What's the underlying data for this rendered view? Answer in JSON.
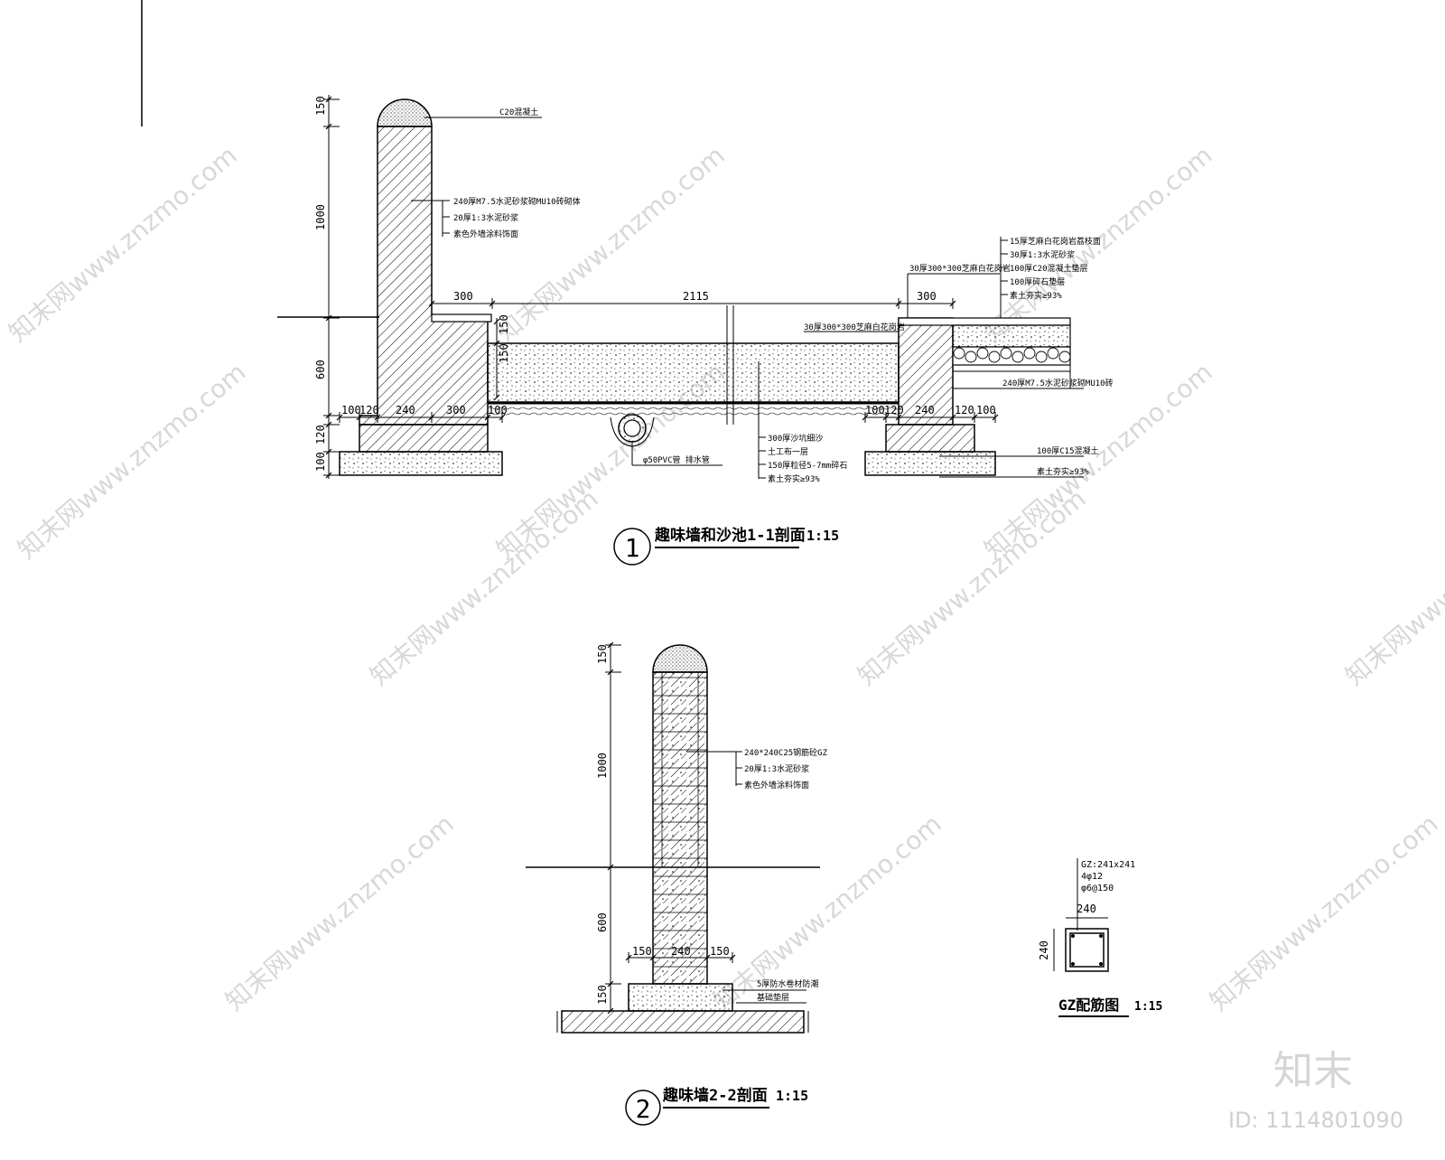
{
  "section1": {
    "number": "1",
    "title": "趣味墙和沙池1-1剖面",
    "scale": "1:15",
    "dims_vertical": [
      "150",
      "1000",
      "600",
      "100",
      "120",
      "150",
      "150"
    ],
    "dims_horizontal_top": [
      "300",
      "2115",
      "300"
    ],
    "dims_horizontal_bottom": [
      "100",
      "120",
      "240",
      "300",
      "100",
      "100",
      "120",
      "240",
      "120",
      "100"
    ],
    "notes_top": [
      "C20混凝土"
    ],
    "notes_wall": [
      "240厚M7.5水泥砂浆砌MU10砖砌体",
      "20厚1:3水泥砂浆",
      "素色外墙涂料饰面"
    ],
    "notes_right": [
      "15厚芝麻白花岗岩荔枝面",
      "30厚1:3水泥砂浆",
      "100厚C20混凝土垫层",
      "100厚碎石垫层",
      "素土夯实≥93%"
    ],
    "note_cap_right": "30厚300*300芝麻白花岗岩",
    "note_cap_left": "30厚300*300芝麻白花岗岩",
    "note_gravel": "240厚M7.5水泥砂浆砌MU10砖",
    "notes_bottom": [
      "300厚沙坑细沙",
      "土工布一层",
      "150厚粒径5-7mm碎石",
      "素土夯实≥93%"
    ],
    "note_pipe": "φ50PVC管 排水管",
    "notes_footing": [
      "100厚C15混凝土",
      "素土夯实≥93%"
    ]
  },
  "section2": {
    "number": "2",
    "title": "趣味墙2-2剖面",
    "scale": "1:15",
    "dims_vertical": [
      "150",
      "1000",
      "600",
      "150"
    ],
    "dims_horizontal": [
      "150",
      "240",
      "150"
    ],
    "notes_wall": [
      "240*240C25钢筋砼GZ",
      "20厚1:3水泥砂浆",
      "素色外墙涂料饰面"
    ],
    "notes_footing": [
      "5厚防水卷材防潮",
      "基础垫层"
    ]
  },
  "gz_detail": {
    "title": "GZ配筋图",
    "scale": "1:15",
    "notes": [
      "GZ:241x241",
      "4φ12",
      "φ6@150"
    ],
    "dim_h": "240",
    "dim_v": "240"
  },
  "watermark": {
    "text": "知末网www.znzmo.com",
    "brand": "知末",
    "id": "ID: 1114801090"
  }
}
